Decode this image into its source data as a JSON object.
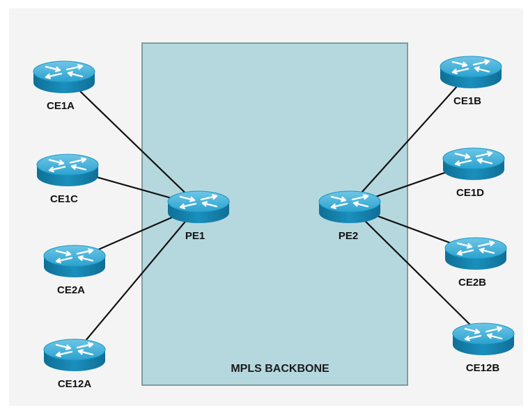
{
  "backbone": {
    "label": "MPLS BACKBONE",
    "fill_color": "#b5d8de",
    "border_color": "#7f9ca0"
  },
  "router_color": "#1a96c4",
  "link_color": "#111111",
  "routers": [
    {
      "id": "CE1A",
      "label": "CE1A"
    },
    {
      "id": "CE1C",
      "label": "CE1C"
    },
    {
      "id": "CE2A",
      "label": "CE2A"
    },
    {
      "id": "CE12A",
      "label": "CE12A"
    },
    {
      "id": "PE1",
      "label": "PE1"
    },
    {
      "id": "PE2",
      "label": "PE2"
    },
    {
      "id": "CE1B",
      "label": "CE1B"
    },
    {
      "id": "CE1D",
      "label": "CE1D"
    },
    {
      "id": "CE2B",
      "label": "CE2B"
    },
    {
      "id": "CE12B",
      "label": "CE12B"
    }
  ],
  "links": [
    {
      "from": "CE1A",
      "to": "PE1"
    },
    {
      "from": "CE1C",
      "to": "PE1"
    },
    {
      "from": "CE2A",
      "to": "PE1"
    },
    {
      "from": "CE12A",
      "to": "PE1"
    },
    {
      "from": "PE2",
      "to": "CE1B"
    },
    {
      "from": "PE2",
      "to": "CE1D"
    },
    {
      "from": "PE2",
      "to": "CE2B"
    },
    {
      "from": "PE2",
      "to": "CE12B"
    }
  ]
}
